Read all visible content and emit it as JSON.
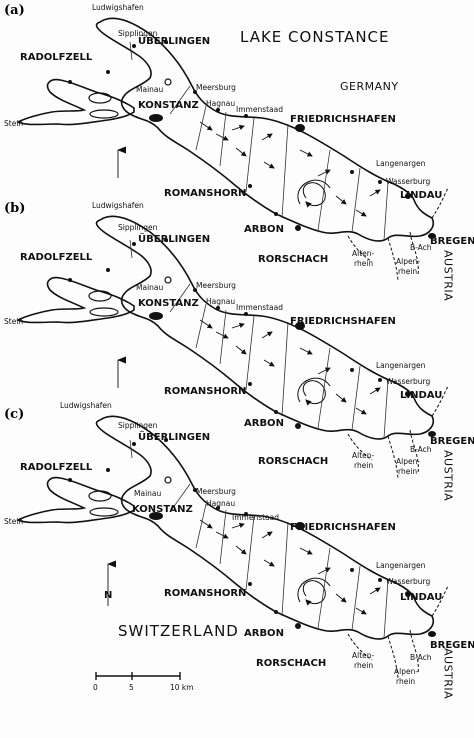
{
  "title": "LAKE CONSTANCE",
  "countries": {
    "germany": "GERMANY",
    "switzerland": "SWITZERLAND",
    "austria": "AUSTRIA"
  },
  "panels": [
    {
      "id": "a",
      "label": "(a)"
    },
    {
      "id": "b",
      "label": "(b)"
    },
    {
      "id": "c",
      "label": "(c)"
    }
  ],
  "places": {
    "ludwigshafen": "Ludwigshafen",
    "sipplingen": "Sipplingen",
    "uberlingen": "ÜBERLINGEN",
    "radolfzell": "RADOLFZELL",
    "mainau": "Mainau",
    "meersburg": "Meersburg",
    "hagnau": "Hagnau",
    "immenstaad": "Immenstaad",
    "konstanz": "KONSTANZ",
    "stein": "Stein",
    "friedrichshafen": "FRIEDRICHSHAFEN",
    "langenargen": "Langenargen",
    "wasserburg": "Wasserburg",
    "lindau": "LINDAU",
    "romanshorn": "ROMANSHORN",
    "arbon": "ARBON",
    "rorschach": "RORSCHACH",
    "bregenz": "BREGENZ",
    "altenrhein_1": "Alten-",
    "altenrhein_2": "rhein",
    "alpenrhein_1": "Alpen-",
    "alpenrhein_2": "rhein",
    "bach": "B-Ach"
  },
  "north": "N",
  "scale": {
    "ticks": [
      "0",
      "5",
      "10 km"
    ]
  }
}
